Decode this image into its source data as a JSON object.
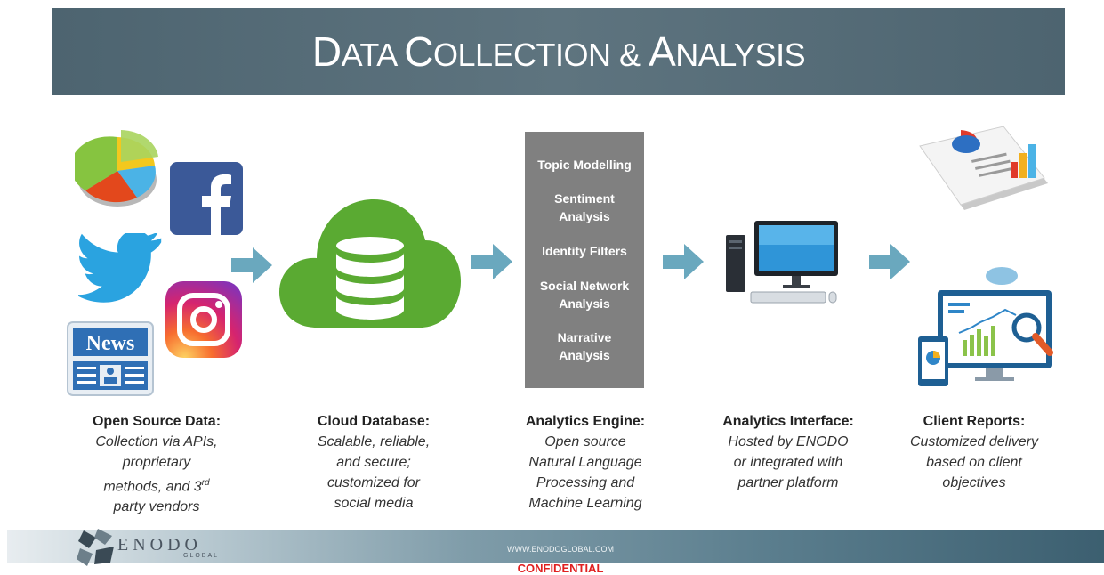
{
  "title": {
    "first_big": "D",
    "first_rest": "ATA ",
    "second_big": "C",
    "second_rest": "OLLECTION & ",
    "third_big": "A",
    "third_rest": "NALYSIS"
  },
  "news_icon_label": "News",
  "engine_items": [
    "Topic Modelling",
    "Sentiment Analysis",
    "Identity Filters",
    "Social Network Analysis",
    "Narrative Analysis"
  ],
  "stages": [
    {
      "heading": "Open Source Data:",
      "body": [
        "Collection via APIs,",
        "proprietary",
        "methods, and 3rd",
        "party vendors"
      ]
    },
    {
      "heading": "Cloud Database:",
      "body": [
        "Scalable, reliable,",
        "and secure;",
        "customized for",
        "social media"
      ]
    },
    {
      "heading": "Analytics Engine:",
      "body": [
        "Open source",
        "Natural Language",
        "Processing and",
        "Machine Learning"
      ]
    },
    {
      "heading": "Analytics Interface:",
      "body": [
        "Hosted by ENODO",
        "or integrated with",
        "partner platform"
      ]
    },
    {
      "heading": "Client Reports:",
      "body": [
        "Customized delivery",
        "based on client",
        "objectives"
      ]
    }
  ],
  "footer": {
    "logo": "ENODO",
    "logo_sub": "GLOBAL",
    "website": "WWW.ENODOGLOBAL.COM",
    "confidential": "CONFIDENTIAL"
  },
  "colors": {
    "banner": "#56707c",
    "arrow": "#6aa8be",
    "cloud": "#5aaa32",
    "engine": "#808080",
    "facebook": "#3b5998",
    "twitter": "#1da1f2"
  }
}
